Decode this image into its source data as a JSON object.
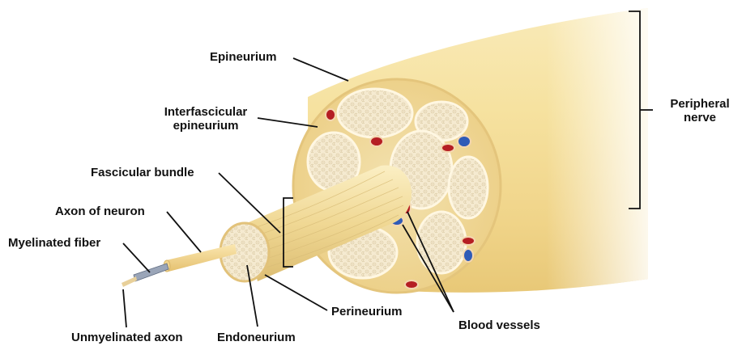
{
  "labels": {
    "epineurium": "Epineurium",
    "interfascicular_1": "Interfascicular",
    "interfascicular_2": "epineurium",
    "fascicular_bundle": "Fascicular bundle",
    "axon_of_neuron": "Axon of neuron",
    "myelinated_fiber": "Myelinated fiber",
    "unmyelinated_axon": "Unmyelinated axon",
    "endoneurium": "Endoneurium",
    "perineurium": "Perineurium",
    "blood_vessels": "Blood vessels",
    "peripheral_1": "Peripheral",
    "peripheral_2": "nerve"
  },
  "colors": {
    "nerve_body": "#f4dc96",
    "nerve_face": "#f7e4a8",
    "fascicle_fill": "#f3e6c6",
    "vessel_red": "#b51e23",
    "vessel_blue": "#2f5bb7",
    "line": "#111111"
  }
}
